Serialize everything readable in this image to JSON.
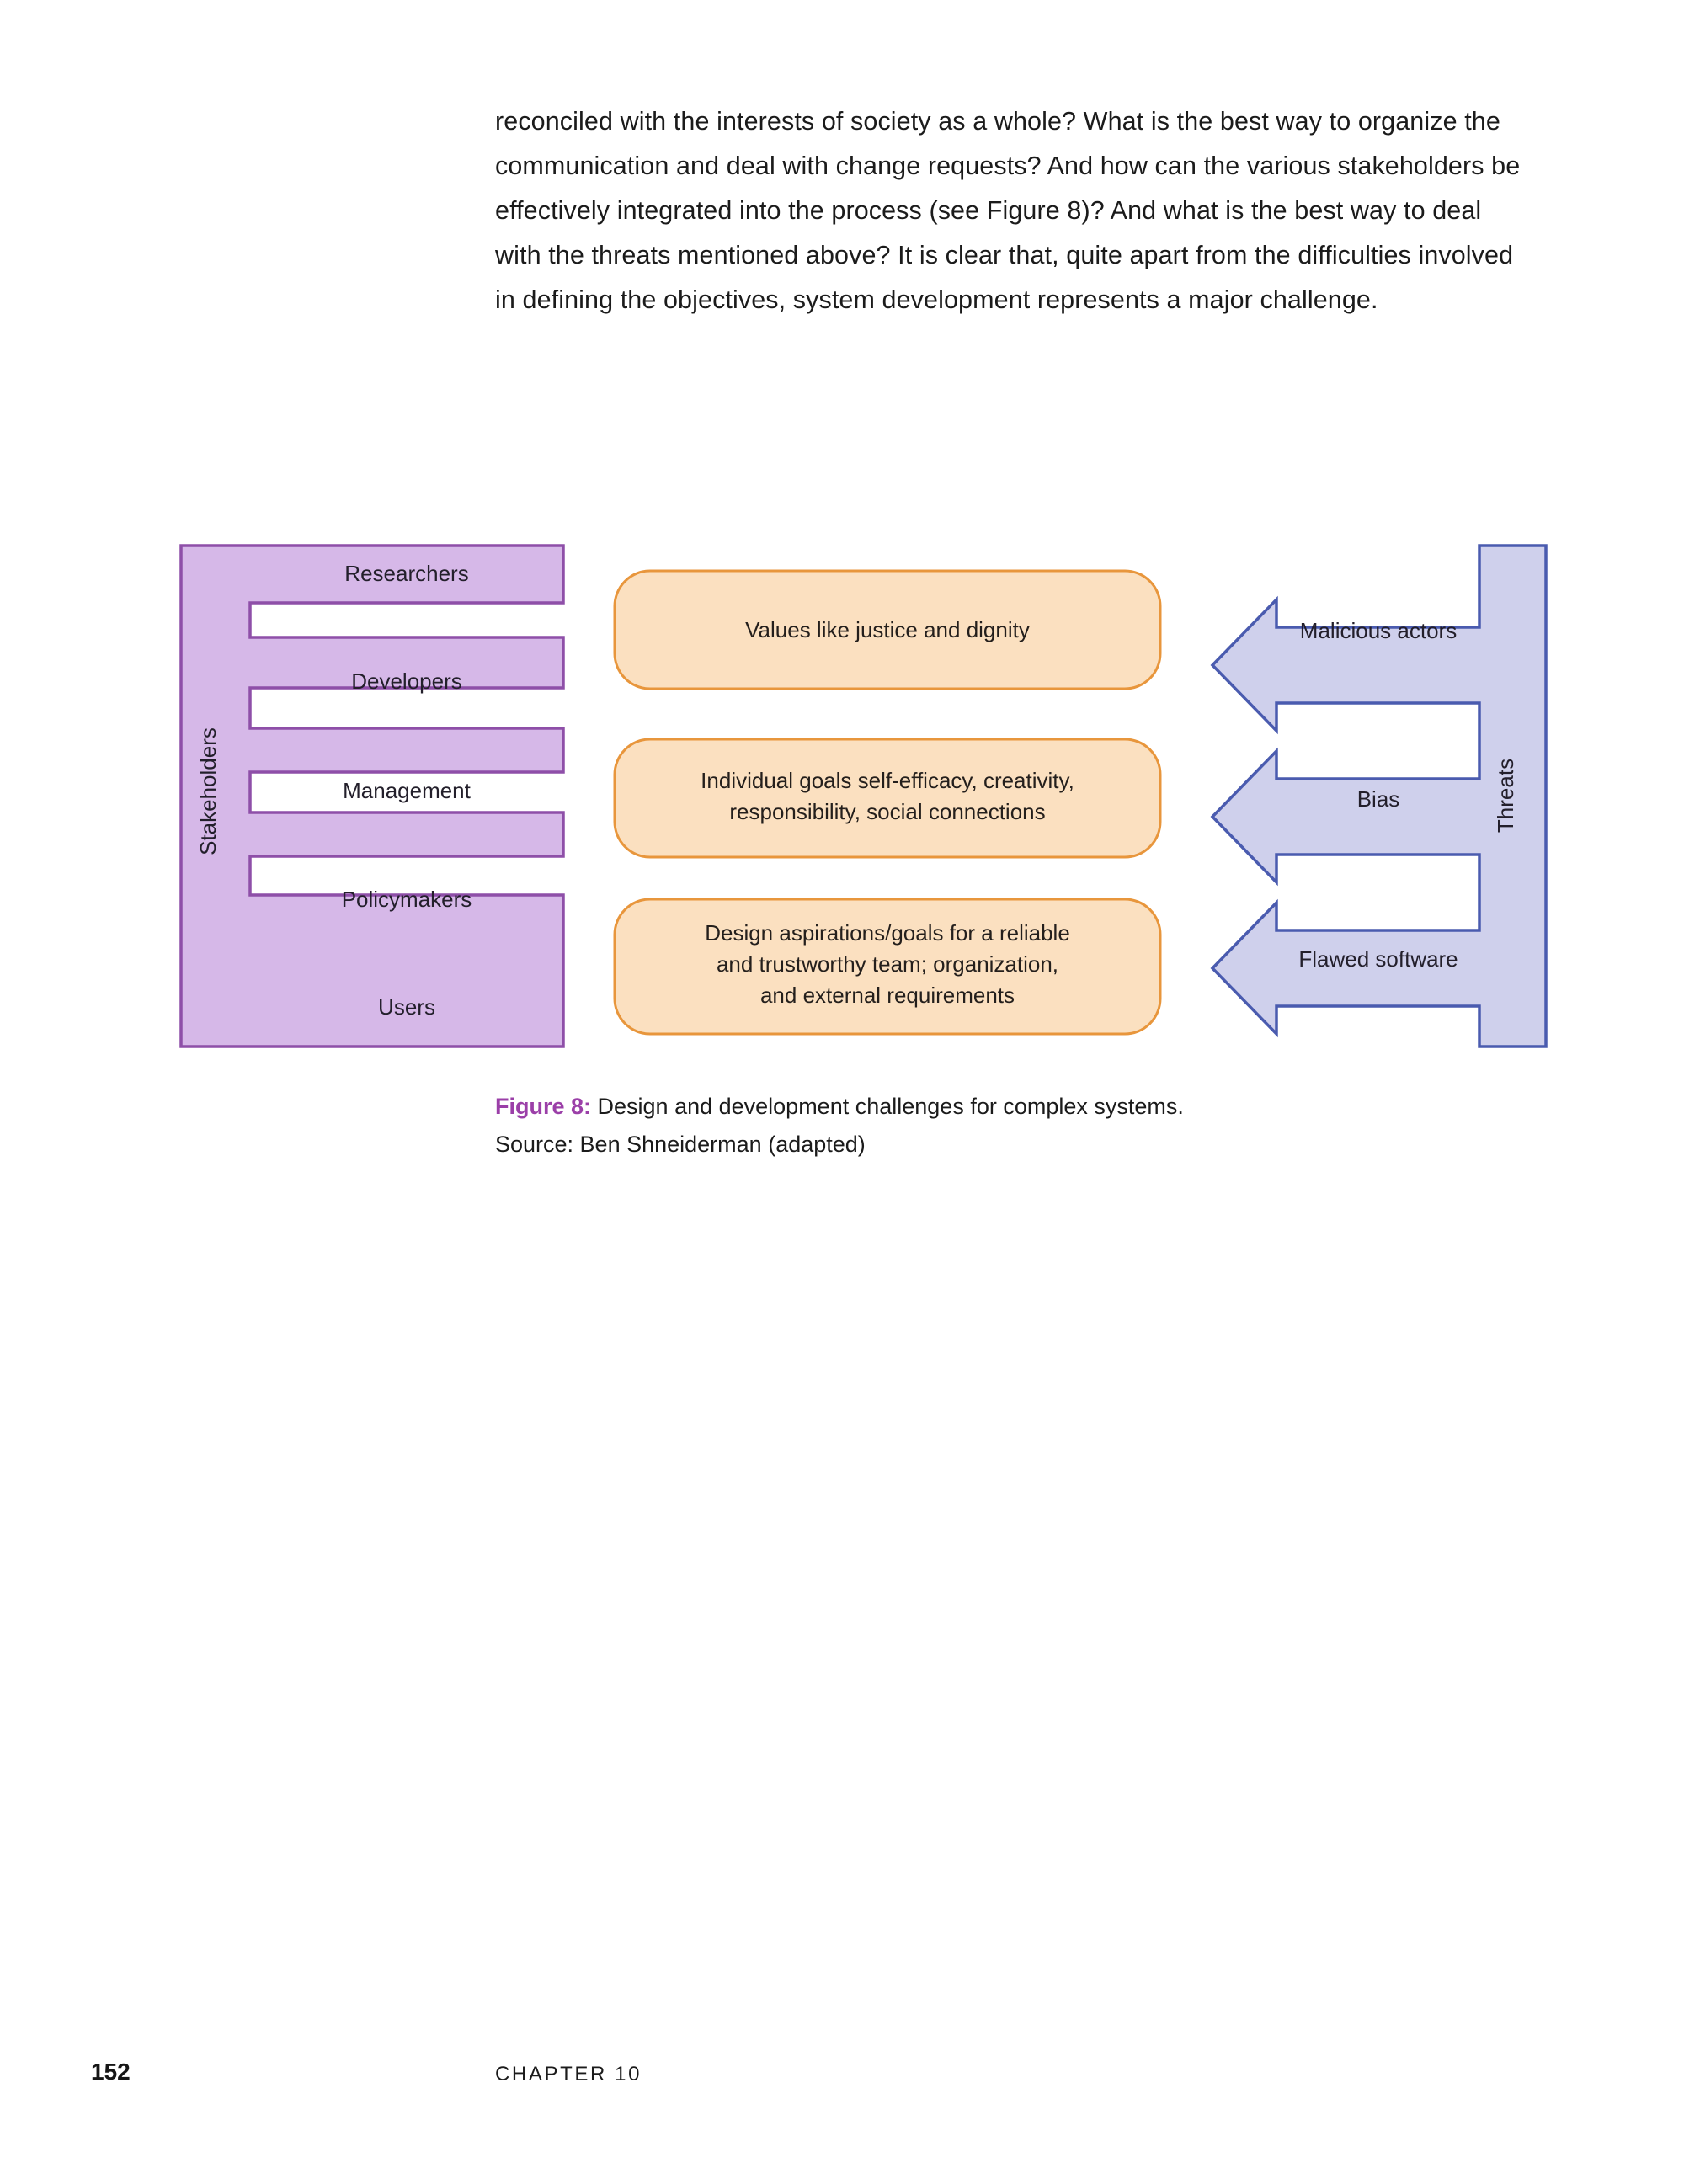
{
  "page": {
    "body_paragraph": "reconciled with the interests of society as a whole? What is the best way to organize the communication and deal with change requests? And how can the various stakeholders be effectively integrated into the process (see Figure 8)? And what is the best way to deal with the threats mentioned above? It is clear that, quite apart from the difficulties involved in defining the objectives, system development represents a major challenge."
  },
  "figure": {
    "stakeholders": {
      "axis_label": "Stakeholders",
      "items": [
        {
          "label": "Researchers"
        },
        {
          "label": "Developers"
        },
        {
          "label": "Management"
        },
        {
          "label": "Policymakers"
        },
        {
          "label": "Users"
        }
      ],
      "fill_color": "#D6B8E8",
      "stroke_color": "#8E4FA8"
    },
    "goals": {
      "boxes": [
        {
          "lines": [
            "Values like justice and dignity"
          ]
        },
        {
          "lines": [
            "Individual goals self-efficacy, creativity,",
            "responsibility, social connections"
          ]
        },
        {
          "lines": [
            "Design aspirations/goals for a reliable",
            "and trustworthy team; organization,",
            "and external requirements"
          ]
        }
      ],
      "fill_color": "#FBE0C0",
      "stroke_color": "#E8963C"
    },
    "threats": {
      "axis_label": "Threats",
      "items": [
        {
          "label": "Malicious actors"
        },
        {
          "label": "Bias"
        },
        {
          "label": "Flawed software"
        }
      ],
      "fill_color": "#CFD0EC",
      "stroke_color": "#4A5BAF"
    }
  },
  "caption": {
    "figure_label": "Figure 8:",
    "title": " Design and development challenges for complex systems.",
    "source": "Source: Ben Shneiderman (adapted)",
    "accent_color": "#9B3FA8"
  },
  "footer": {
    "page_number": "152",
    "chapter": "CHAPTER 10"
  }
}
